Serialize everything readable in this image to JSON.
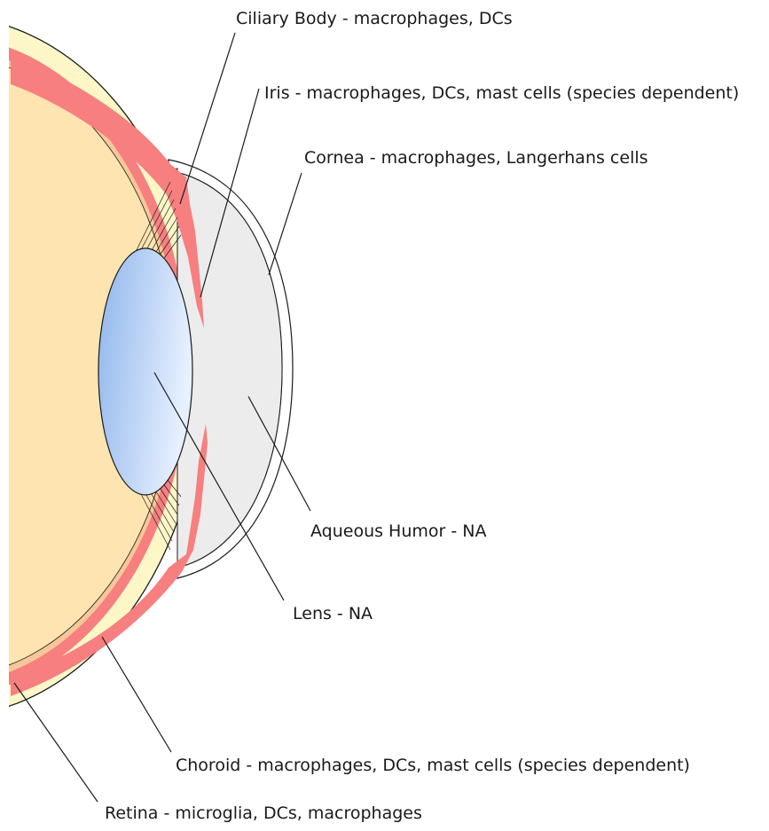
{
  "labels": {
    "ciliary_body": "Ciliary Body - macrophages, DCs",
    "iris": "Iris - macrophages, DCs, mast cells (species dependent)",
    "cornea": "Cornea - macrophages, Langerhans cells",
    "aqueous_humor": "Aqueous Humor - NA",
    "lens": "Lens - NA",
    "choroid": "Choroid - macrophages, DCs, mast cells (species dependent)",
    "retina": "Retina - microglia, DCs, macrophages"
  },
  "colors": {
    "sclera": "#fdf7c8",
    "vitreous": "#fde4b0",
    "retina": "#f6c79a",
    "choroid": "#f77f7f",
    "aqueous": "#ececec",
    "lens_dark": "#8fb6ec",
    "lens_light": "#e3efff",
    "leader_line": "#1a1a1a"
  }
}
